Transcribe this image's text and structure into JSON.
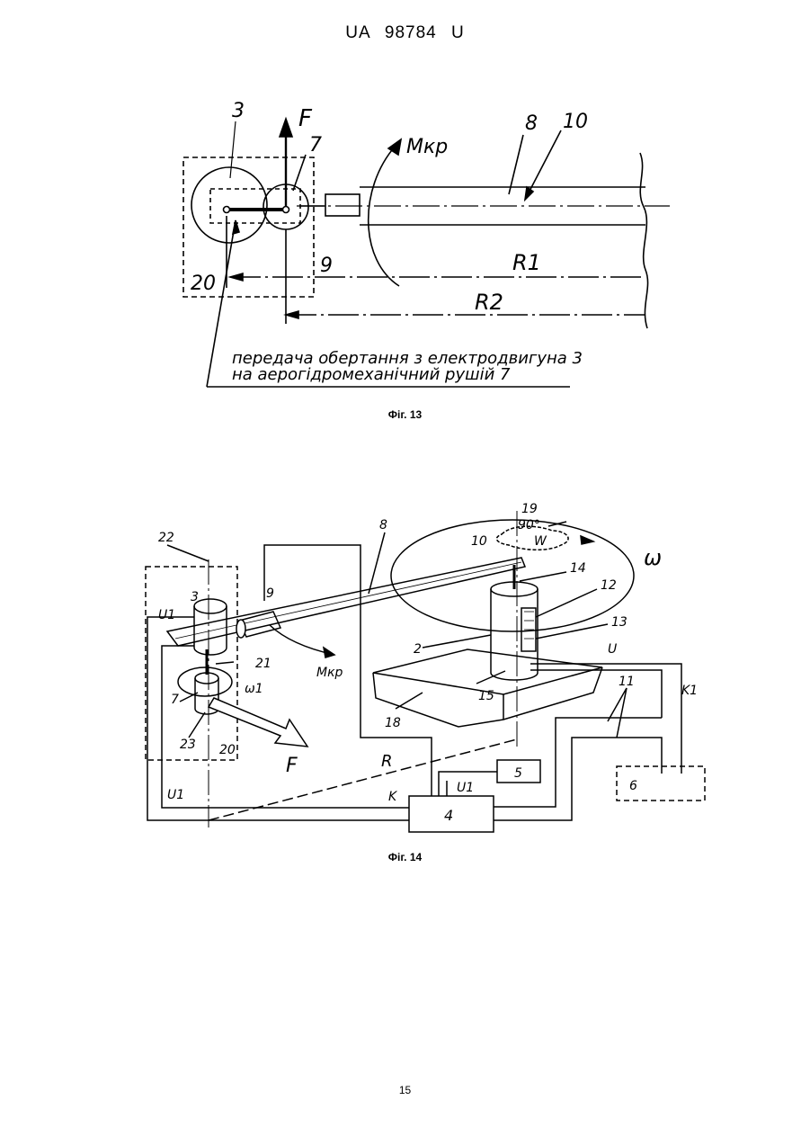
{
  "header": {
    "doc_id": "UA   98784   U"
  },
  "fig13": {
    "caption": "Фіг. 13",
    "labels": {
      "n3": "3",
      "F": "F",
      "n7": "7",
      "Mkr": "Mкр",
      "n8": "8",
      "n10": "10",
      "n9": "9",
      "n20": "20",
      "R1": "R1",
      "R2": "R2"
    },
    "note_line1": "передача обертання з електродвигуна 3",
    "note_line2": "на аерогідромеханічний рушій 7"
  },
  "fig14": {
    "caption": "Фіг. 14",
    "labels": {
      "n22": "22",
      "n8": "8",
      "n19": "19",
      "deg90": "90°",
      "W": "W",
      "n10": "10",
      "omega": "ω",
      "n14": "14",
      "n12": "12",
      "n13": "13",
      "n3": "3",
      "U1a": "U1",
      "n9": "9",
      "n21": "21",
      "Mkr": "Mкр",
      "n2": "2",
      "U": "U",
      "omega1": "ω1",
      "n7": "7",
      "n15": "15",
      "n18": "18",
      "n11": "11",
      "K1": "K1",
      "n23": "23",
      "n20": "20",
      "F": "F",
      "R": "R",
      "n5": "5",
      "n6": "6",
      "U1b": "U1",
      "K": "K",
      "U1c": "U1",
      "n4": "4"
    }
  },
  "page_number": "15"
}
